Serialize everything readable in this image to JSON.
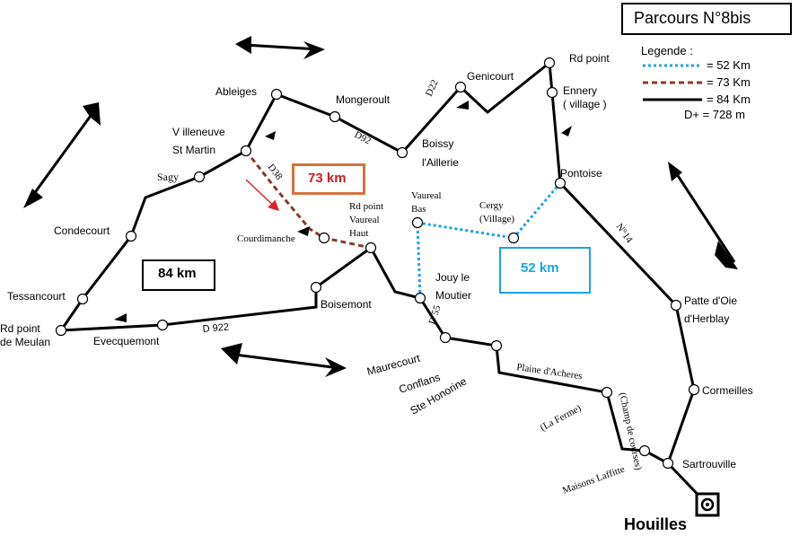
{
  "title": "Parcours N°8bis",
  "colors": {
    "route_52": "#19a4e8",
    "route_73": "#8b3a2a",
    "route_84": "#000000",
    "box_73_border": "#d5733c",
    "box_73_text": "#c81e1e",
    "arrow_red": "#e0202a"
  },
  "legend": {
    "title": "Legende :",
    "items": [
      {
        "label": "= 52 Km",
        "style": "dotted",
        "color": "#19a4e8"
      },
      {
        "label": "= 73 Km",
        "style": "dashed",
        "color": "#8b3a2a"
      },
      {
        "label": "= 84 Km",
        "style": "solid",
        "color": "#000000"
      }
    ],
    "elevation": "D+ = 728 m"
  },
  "distance_boxes": {
    "km84": "84 km",
    "km73": "73 km",
    "km52": "52 km"
  },
  "places": {
    "houilles": "Houilles",
    "sartrouville": "Sartrouville",
    "maisons_laffitte": "Maisons Laffitte",
    "champ_courses": "(Champ de courses)",
    "la_ferme": "(La Ferme)",
    "cormeilles": "Cormeilles",
    "patte_oie_1": "Patte d'Oie",
    "patte_oie_2": "d'Herblay",
    "pontoise": "Pontoise",
    "ennery_1": "Ennery",
    "ennery_2": "( village )",
    "rd_point": "Rd point",
    "genicourt": "Genicourt",
    "boissy_1": "Boissy",
    "boissy_2": "l'Aillerie",
    "mongeroult": "Mongeroult",
    "ableiges": "Ableiges",
    "villeneuve_1": "V illeneuve",
    "villeneuve_2": "St Martin",
    "sagy": "Sagy",
    "condecourt": "Condecourt",
    "tessancourt": "Tessancourt",
    "rd_point_meulan_1": "Rd point",
    "rd_point_meulan_2": "de Meulan",
    "evecquemont": "Evecquemont",
    "boisemont": "Boisemont",
    "courdimanche": "Courdimanche",
    "vaureal_haut_1": "Rd point",
    "vaureal_haut_2": "Vaureal",
    "vaureal_haut_3": "Haut",
    "vaureal_bas_1": "Vaureal",
    "vaureal_bas_2": "Bas",
    "cergy_1": "Cergy",
    "cergy_2": "(Village)",
    "jouy_1": "Jouy le",
    "jouy_2": "Moutier",
    "maurecourt": "Maurecourt",
    "conflans_1": "Conflans",
    "conflans_2": "Ste Honorine",
    "plaine_acheres": "Plaine d'Acheres"
  },
  "roads": {
    "d922": "D 922",
    "d92": "D92",
    "d22": "D22",
    "d38": "D38",
    "d55": "D 55",
    "n14": "N°14"
  }
}
